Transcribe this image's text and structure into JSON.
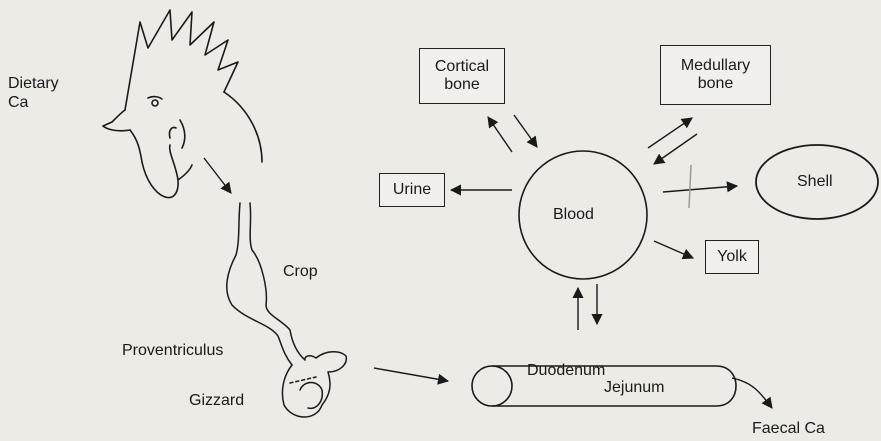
{
  "labels": {
    "dietary_ca": [
      "Dietary",
      "Ca"
    ],
    "crop": "Crop",
    "proventriculus": "Proventriculus",
    "gizzard": "Gizzard",
    "cortical_bone": [
      "Cortical",
      "bone"
    ],
    "medullary_bone": [
      "Medullary",
      "bone"
    ],
    "urine": "Urine",
    "blood": "Blood",
    "shell": "Shell",
    "yolk": "Yolk",
    "duodenum": "Duodenum",
    "jejunum": "Jejunum",
    "faecal_ca": "Faecal Ca"
  },
  "icons": {
    "rooster": "rooster-head-icon",
    "digestive_tract": "digestive-tract-icon"
  }
}
